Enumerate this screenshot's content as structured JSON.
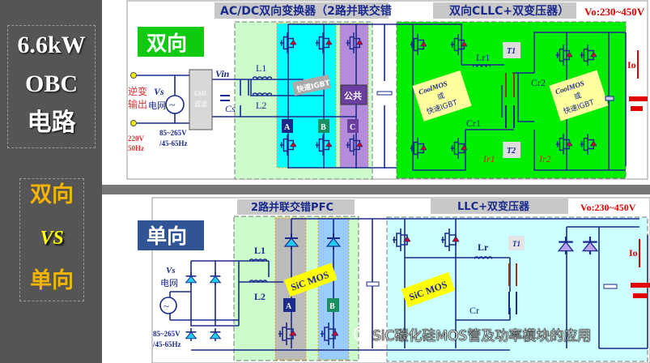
{
  "sidebar": {
    "title_lines": [
      "6.6kW",
      "OBC",
      "电路"
    ],
    "compare": {
      "top": "双向",
      "vs": "VS",
      "bottom": "单向"
    }
  },
  "top": {
    "badge": "双向",
    "header_left": "AC/DC双向变换器（2路并联交错",
    "header_right": "双向CLLC+双变压器）",
    "vo": "Vo:230~450V",
    "source": {
      "label1": "逆变",
      "label2": "输出",
      "vs": "Vs",
      "grid": "电网",
      "rating1": "220V",
      "rating2": "50Hz",
      "range1": "85~265V",
      "range2": "/45-65Hz"
    },
    "emi": {
      "l1": "EMI",
      "l2": "滤波"
    },
    "vin": "Vin",
    "cs": "Cs",
    "l1": "L1",
    "l2": "L2",
    "igbt_tag": "快速IGBT",
    "common": "公共",
    "legs": [
      "A",
      "B",
      "C"
    ],
    "t1": "T1",
    "t2": "T2",
    "lr1": "Lr1",
    "cr1": "Cr1",
    "cr2": "Cr2",
    "ir1": "Ir1",
    "ir2": "Ir2",
    "io": "Io",
    "switch_tag": [
      "CoolMOS",
      "或",
      "快速IGBT"
    ]
  },
  "bottom": {
    "badge": "单向",
    "header_left": "2路并联交错PFC",
    "header_right": "LLC+双变压器",
    "vo": "Vo:230~450V",
    "vs": "Vs",
    "grid": "电网",
    "range1": "85~265V",
    "range2": "/45-65Hz",
    "l1": "L1",
    "l2": "L2",
    "sic1": "SiC MOS",
    "sic2": "SiC MOS",
    "legs": [
      "A",
      "B"
    ],
    "lr": "Lr",
    "cr": "Cr",
    "t1": "T1",
    "io": "Io"
  },
  "watermark": "SiC碳化硅MOS管及功率模块的应用",
  "colors": {
    "wire": "#1a2a8c",
    "diode": "#e00010",
    "accent_green": "#00ee00",
    "cyan": "#00ffff",
    "purple": "#b38cdb",
    "light_green": "#ccfccc",
    "light_cyan": "#ccffff",
    "vo_red": "#e00000"
  }
}
